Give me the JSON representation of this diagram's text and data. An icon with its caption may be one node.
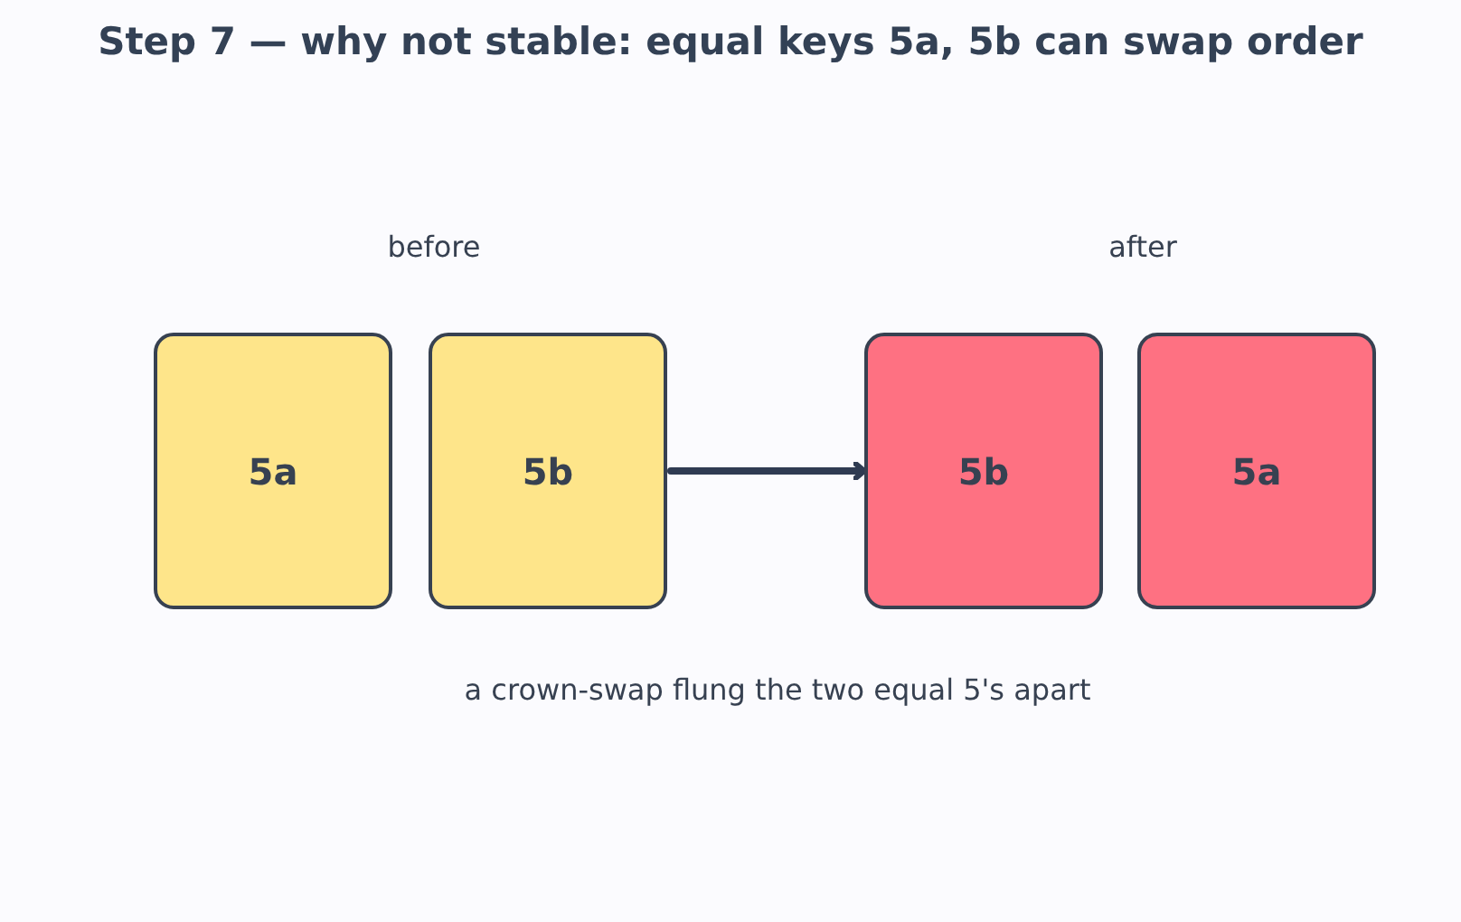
{
  "diagram": {
    "title": "Step 7 — why not stable: equal keys 5a, 5b can swap order",
    "caption": "a crown-swap flung the two equal 5's apart",
    "nodes": [
      {
        "text": [
          "5a"
        ]
      },
      {
        "text": [
          "5b"
        ]
      },
      {
        "text": [
          "5b"
        ]
      },
      {
        "text": [
          "5a"
        ]
      }
    ],
    "edges": [
      {
        "from": 1,
        "to": 2,
        "arrow": "to"
      }
    ],
    "labels": [
      "before",
      "after"
    ]
  }
}
